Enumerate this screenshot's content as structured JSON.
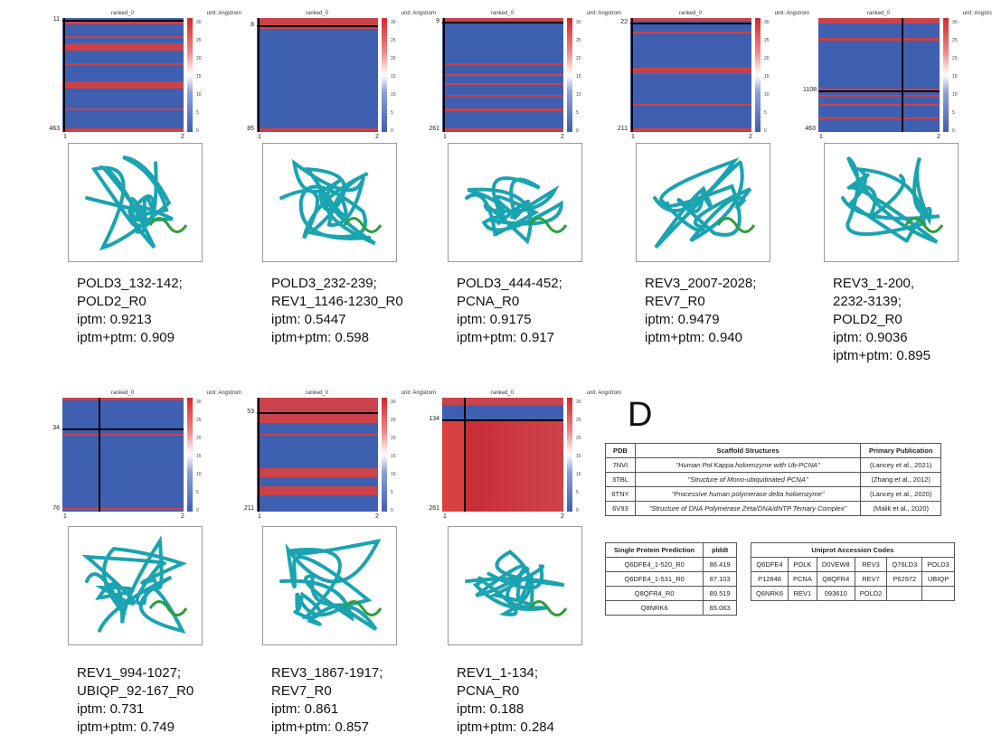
{
  "heatmap": {
    "title": "ranked_0",
    "unit": "unit: Angstrom",
    "colorbar_ticks": [
      "30",
      "25",
      "20",
      "15",
      "10",
      "5",
      "0"
    ],
    "x_ticks": [
      "1",
      "2"
    ]
  },
  "panels": [
    {
      "y_ticks": [
        "11",
        "463"
      ],
      "lines": [
        "POLD3_132-142;",
        "POLD2_R0",
        "iptm: 0.9213",
        "iptm+ptm: 0.909"
      ]
    },
    {
      "y_ticks": [
        "8",
        "85"
      ],
      "lines": [
        "POLD3_232-239;",
        "REV1_1146-1230_R0",
        "iptm: 0.5447",
        "iptm+ptm: 0.598"
      ]
    },
    {
      "y_ticks": [
        "9",
        "261"
      ],
      "lines": [
        "POLD3_444-452;",
        "PCNA_R0",
        "iptm: 0.9175",
        "iptm+ptm: 0.917"
      ]
    },
    {
      "y_ticks": [
        "22",
        "211"
      ],
      "lines": [
        "REV3_2007-2028;",
        "REV7_R0",
        "iptm: 0.9479",
        "iptm+ptm: 0.940"
      ]
    },
    {
      "y_ticks": [
        "1108",
        "463"
      ],
      "lines": [
        "REV3_1-200,",
        "2232-3139;",
        "POLD2_R0",
        "iptm: 0.9036",
        "iptm+ptm: 0.895"
      ]
    },
    {
      "y_ticks": [
        "34",
        "76"
      ],
      "lines": [
        "REV1_994-1027;",
        "UBIQP_92-167_R0",
        "iptm: 0.731",
        "iptm+ptm: 0.749"
      ]
    },
    {
      "y_ticks": [
        "53",
        "211"
      ],
      "lines": [
        "REV3_1867-1917;",
        "REV7_R0",
        "iptm: 0.861",
        "iptm+ptm: 0.857"
      ]
    },
    {
      "y_ticks": [
        "134",
        "261"
      ],
      "lines": [
        "REV1_1-134;",
        "PCNA_R0",
        "iptm: 0.188",
        "iptm+ptm: 0.284"
      ]
    }
  ],
  "section_label": "D",
  "scaffold_table": {
    "headers": [
      "PDB",
      "Scaffold Structures",
      "Primary Publication"
    ],
    "rows": [
      [
        "7NVI",
        "\"Human Pol Kappa holoenzyme with Ub-PCNA\"",
        "(Lancey et al., 2021)"
      ],
      [
        "3TBL",
        "\"Structure of Mono-ubiquitinated PCNA\"",
        "(Zhang et al., 2012)"
      ],
      [
        "6TNY",
        "\"Processive human polymerase delta holoenzyme\"",
        "(Lancey et al., 2020)"
      ],
      [
        "6V93",
        "\"Structure of DNA Polymerase Zeta/DNA/dNTP Ternary Complex\"",
        "(Malik et al., 2020)"
      ]
    ]
  },
  "single_table": {
    "headers": [
      "Single Protein Prediction",
      "plddt"
    ],
    "rows": [
      [
        "Q6DFE4_1-520_R0",
        "86.419"
      ],
      [
        "Q6DFE4_1-531_R0",
        "87.103"
      ],
      [
        "Q8QFR4_R0",
        "89.519"
      ],
      [
        "Q8NRK6",
        "65.063"
      ]
    ]
  },
  "uniprot_table": {
    "title": "Uniprot Accession Codes",
    "rows": [
      [
        "Q6DFE4",
        "POLK",
        "D0VEW8",
        "REV3",
        "Q76LD3",
        "POLD3"
      ],
      [
        "P12848",
        "PCNA",
        "Q8QFR4",
        "REV7",
        "P62972",
        "UBIQP"
      ],
      [
        "Q6NRK6",
        "REV1",
        "093610",
        "POLD2",
        "",
        ""
      ]
    ]
  },
  "colors": {
    "low": "#3f5fb0",
    "high": "#d62728",
    "structure": "#1aa3b0",
    "structure_alt": "#2e9e3a"
  }
}
